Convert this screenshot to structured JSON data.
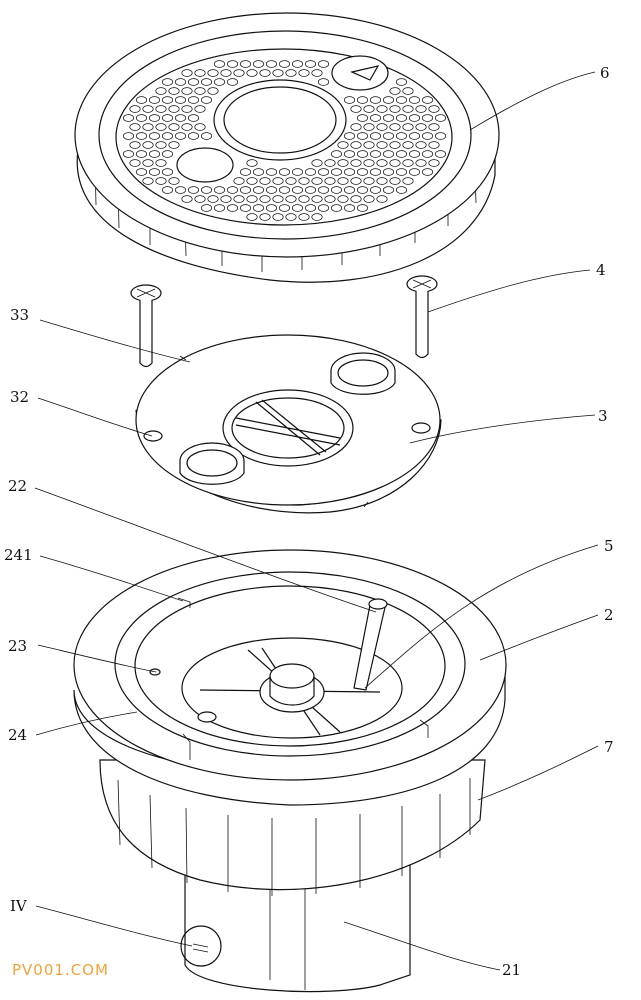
{
  "labels": {
    "l6": "6",
    "l4": "4",
    "l33": "33",
    "l3": "3",
    "l32": "32",
    "l22": "22",
    "l5": "5",
    "l241": "241",
    "l2": "2",
    "l23": "23",
    "l24": "24",
    "l7": "7",
    "lIV": "IV",
    "l21": "21"
  },
  "watermark": "PV001.COM",
  "colors": {
    "line": "#111111",
    "background": "#ffffff",
    "watermark": "#f0a23a"
  }
}
